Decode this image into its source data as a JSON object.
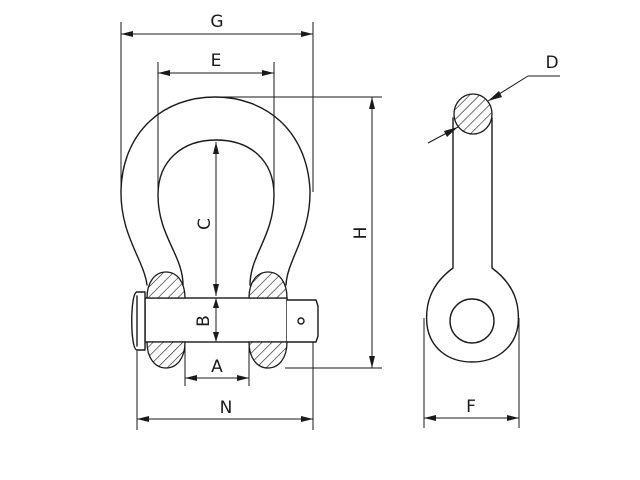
{
  "diagram": {
    "labels": {
      "G": "G",
      "E": "E",
      "C": "C",
      "B": "B",
      "A": "A",
      "N": "N",
      "H": "H",
      "D": "D",
      "F": "F"
    }
  }
}
